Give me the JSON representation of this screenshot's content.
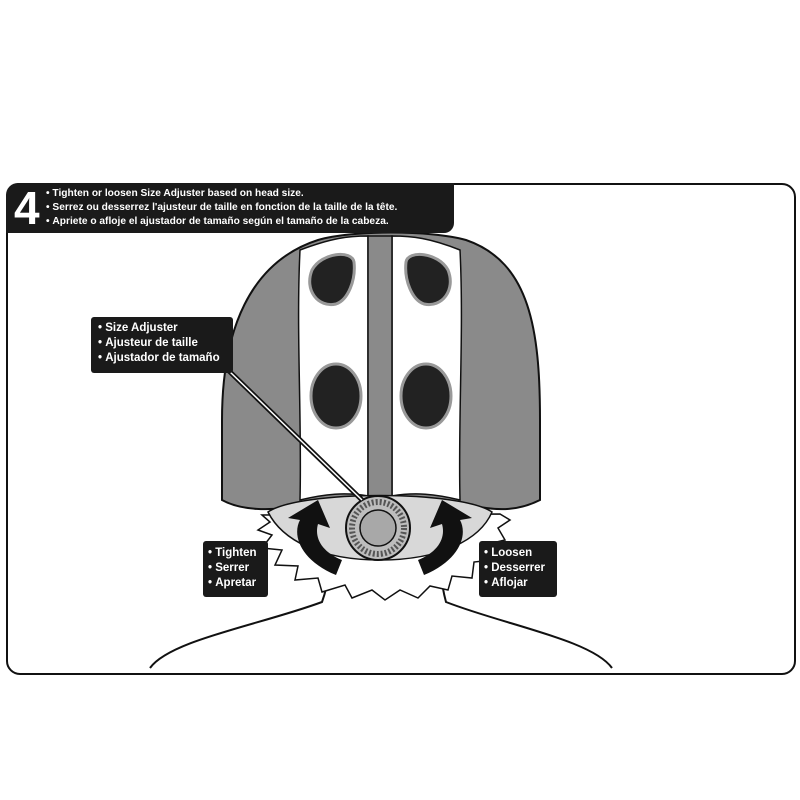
{
  "step": {
    "number": "4",
    "lines": [
      "Tighten or loosen Size Adjuster based on head size.",
      "Serrez ou desserrez l'ajusteur de taille en fonction de la taille de la tête.",
      "Apriete o afloje el ajustador de tamaño según el tamaño de la cabeza."
    ]
  },
  "callouts": {
    "size_adjuster": [
      "Size Adjuster",
      "Ajusteur de taille",
      "Ajustador de tamaño"
    ],
    "tighten": [
      "Tighten",
      "Serrer",
      "Apretar"
    ],
    "loosen": [
      "Loosen",
      "Desserrer",
      "Aflojar"
    ]
  },
  "colors": {
    "label_background": "#1a1a1a",
    "helmet_gray": "#8a8a8a",
    "vent_fill": "#222222",
    "outline": "#111111"
  }
}
